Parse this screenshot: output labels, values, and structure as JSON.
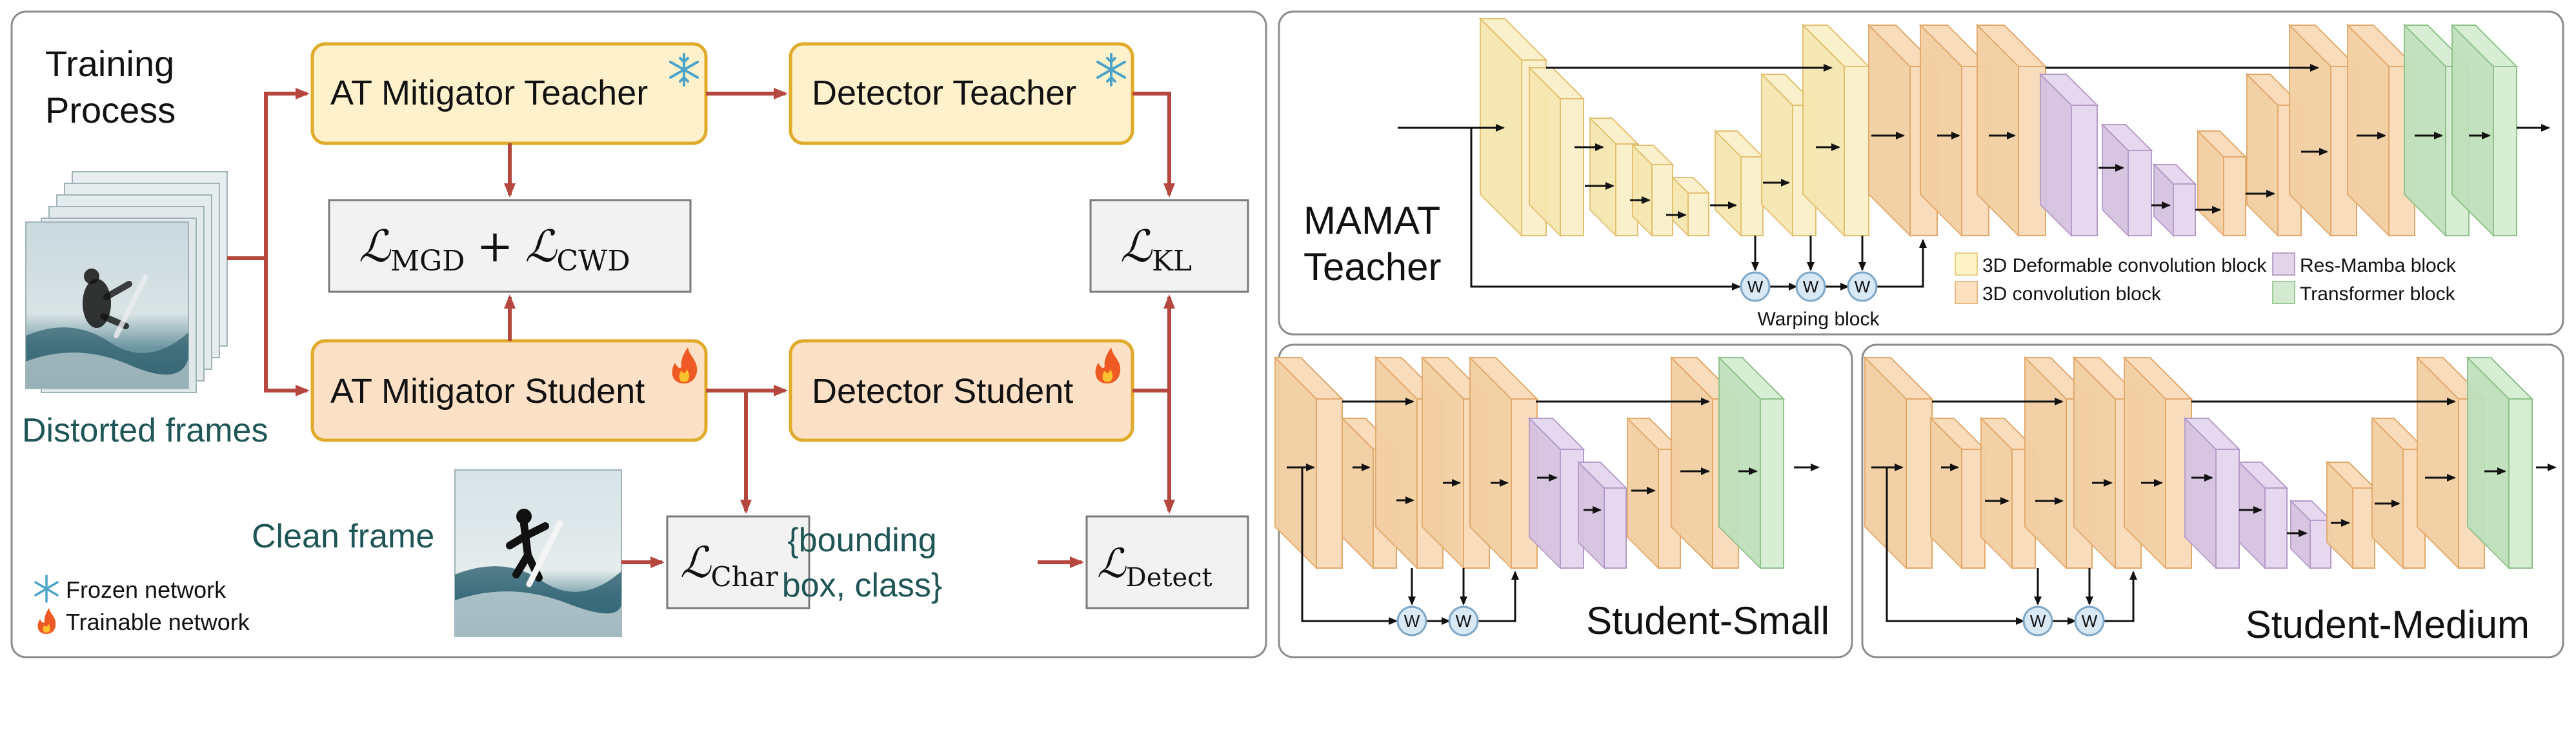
{
  "training": {
    "title_line1": "Training",
    "title_line2": "Process",
    "distorted_frames": "Distorted frames",
    "clean_frame": "Clean frame",
    "at_teacher": "AT Mitigator Teacher",
    "det_teacher": "Detector Teacher",
    "at_student": "AT Mitigator Student",
    "det_student": "Detector Student",
    "loss_mgd_script": "ℒ",
    "loss_mgd_sub": "MGD",
    "loss_plus": "+",
    "loss_cwd_script": "ℒ",
    "loss_cwd_sub": "CWD",
    "loss_kl_script": "ℒ",
    "loss_kl_sub": "KL",
    "loss_char_script": "ℒ",
    "loss_char_sub": "Char",
    "loss_detect_script": "ℒ",
    "loss_detect_sub": "Detect",
    "bbox_line1": "{bounding",
    "bbox_line2": "box, class}",
    "legend_frozen": "Frozen network",
    "legend_trainable": "Trainable network"
  },
  "teacher_panel": {
    "title_line1": "MAMAT",
    "title_line2": "Teacher",
    "warping_label": "Warping block",
    "legend": [
      {
        "label": "3D Deformable convolution block",
        "color": "#fdf3c7"
      },
      {
        "label": "3D convolution block",
        "color": "#fde0bd"
      },
      {
        "label": "Res-Mamba block",
        "color": "#e3d4ea"
      },
      {
        "label": "Transformer block",
        "color": "#d3ead0"
      }
    ]
  },
  "student_small": {
    "title": "Student-Small"
  },
  "student_medium": {
    "title": "Student-Medium"
  },
  "warp_glyph": "W",
  "colors": {
    "arrow": "#b5473f",
    "teacher_fill": "#fff1cc",
    "student_fill": "#fde1c7",
    "box_border": "#e0aa2a",
    "text_teal": "#1f5556",
    "loss_fill": "#f2f2f2",
    "deform": "#f6e7b0",
    "conv": "#f3cfa3",
    "mamba": "#d6c2e0",
    "transformer": "#bfe0bb"
  }
}
